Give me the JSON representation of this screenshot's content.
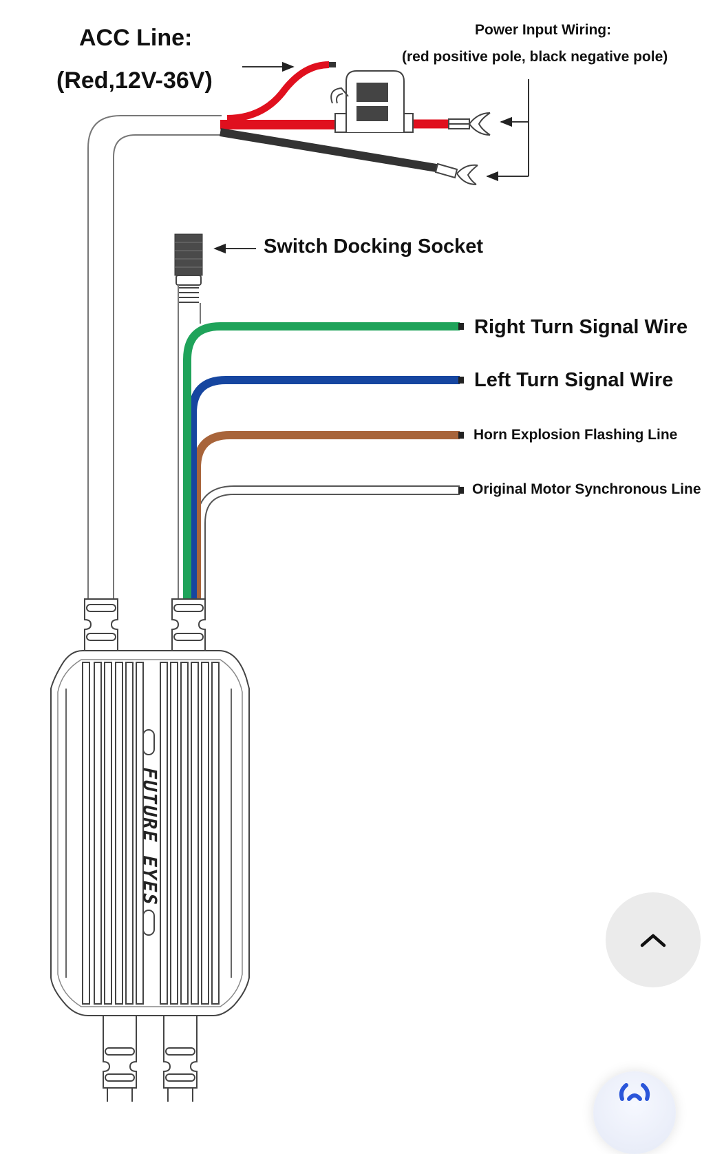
{
  "diagram": {
    "acc_line": {
      "title": "ACC Line:",
      "detail": "(Red,12V-36V)"
    },
    "power_input": {
      "title": "Power Input Wiring:",
      "detail": "(red positive pole, black negative pole)"
    },
    "switch_socket_label": "Switch Docking Socket",
    "wires": [
      {
        "label": "Right Turn Signal Wire",
        "color": "#1fa35a"
      },
      {
        "label": "Left Turn Signal Wire",
        "color": "#1646a0"
      },
      {
        "label": "Horn Explosion Flashing Line",
        "color": "#a8643a"
      },
      {
        "label": "Original Motor Synchronous Line",
        "color": "#ffffff"
      }
    ],
    "power_wire_colors": {
      "positive": "#e0101e",
      "negative": "#333333"
    },
    "module_brand": "FUTURE EYES"
  },
  "controls": {
    "scroll_top_icon": "chevron-up-icon",
    "assistant_icon": "wireless-signal-icon",
    "accent": "#2a55d9"
  }
}
